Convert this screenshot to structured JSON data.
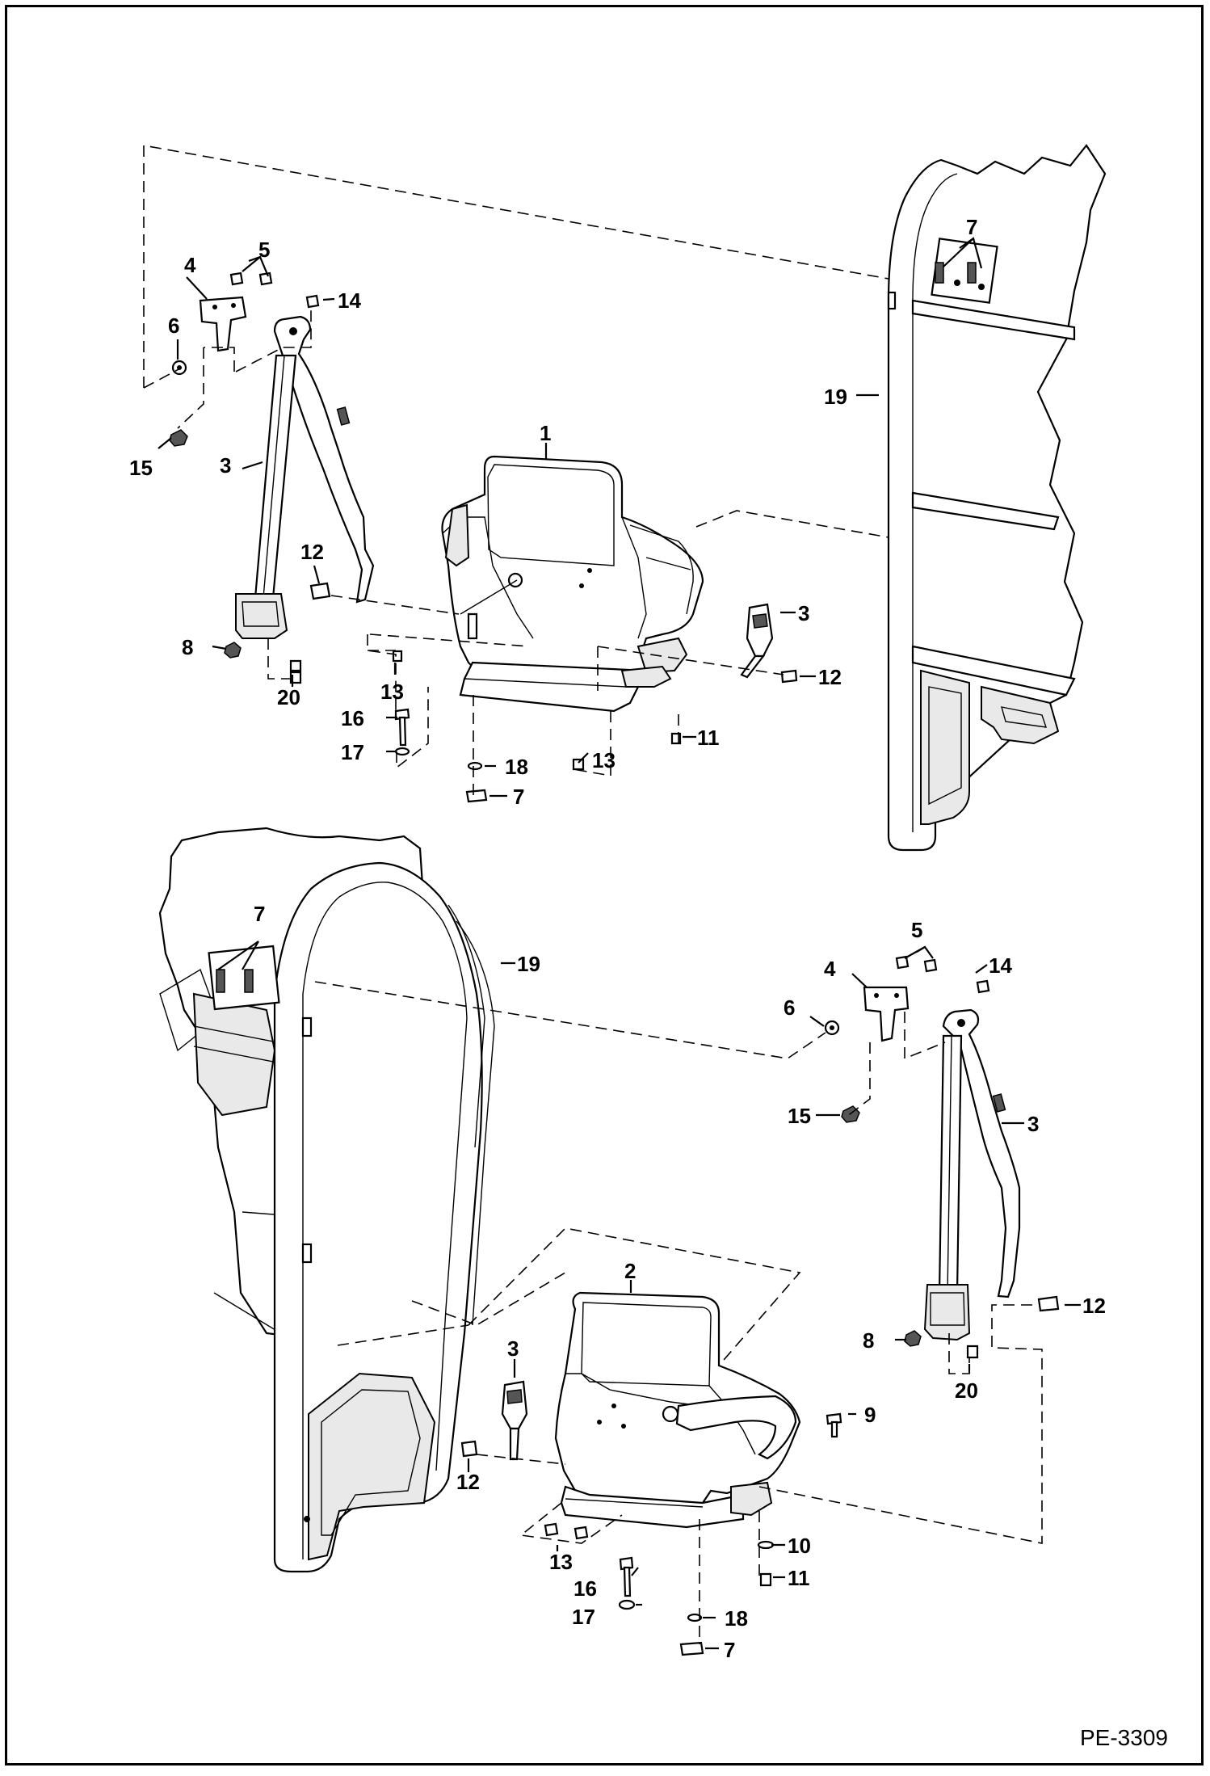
{
  "figure_number": "PE-3309",
  "callouts": [
    {
      "id": "c1",
      "text": "1"
    },
    {
      "id": "c2",
      "text": "2"
    },
    {
      "id": "c3a",
      "text": "3"
    },
    {
      "id": "c3b",
      "text": "3"
    },
    {
      "id": "c3c",
      "text": "3"
    },
    {
      "id": "c3d",
      "text": "3"
    },
    {
      "id": "c4a",
      "text": "4"
    },
    {
      "id": "c4b",
      "text": "4"
    },
    {
      "id": "c5a",
      "text": "5"
    },
    {
      "id": "c5b",
      "text": "5"
    },
    {
      "id": "c6a",
      "text": "6"
    },
    {
      "id": "c6b",
      "text": "6"
    },
    {
      "id": "c7a",
      "text": "7"
    },
    {
      "id": "c7b",
      "text": "7"
    },
    {
      "id": "c7c",
      "text": "7"
    },
    {
      "id": "c7d",
      "text": "7"
    },
    {
      "id": "c8a",
      "text": "8"
    },
    {
      "id": "c8b",
      "text": "8"
    },
    {
      "id": "c9",
      "text": "9"
    },
    {
      "id": "c10",
      "text": "10"
    },
    {
      "id": "c11a",
      "text": "11"
    },
    {
      "id": "c11b",
      "text": "11"
    },
    {
      "id": "c12a",
      "text": "12"
    },
    {
      "id": "c12b",
      "text": "12"
    },
    {
      "id": "c12c",
      "text": "12"
    },
    {
      "id": "c12d",
      "text": "12"
    },
    {
      "id": "c13a",
      "text": "13"
    },
    {
      "id": "c13b",
      "text": "13"
    },
    {
      "id": "c13c",
      "text": "13"
    },
    {
      "id": "c14a",
      "text": "14"
    },
    {
      "id": "c14b",
      "text": "14"
    },
    {
      "id": "c15a",
      "text": "15"
    },
    {
      "id": "c15b",
      "text": "15"
    },
    {
      "id": "c16a",
      "text": "16"
    },
    {
      "id": "c16b",
      "text": "16"
    },
    {
      "id": "c17a",
      "text": "17"
    },
    {
      "id": "c17b",
      "text": "17"
    },
    {
      "id": "c18a",
      "text": "18"
    },
    {
      "id": "c18b",
      "text": "18"
    },
    {
      "id": "c19a",
      "text": "19"
    },
    {
      "id": "c19b",
      "text": "19"
    },
    {
      "id": "c20a",
      "text": "20"
    },
    {
      "id": "c20b",
      "text": "20"
    }
  ]
}
